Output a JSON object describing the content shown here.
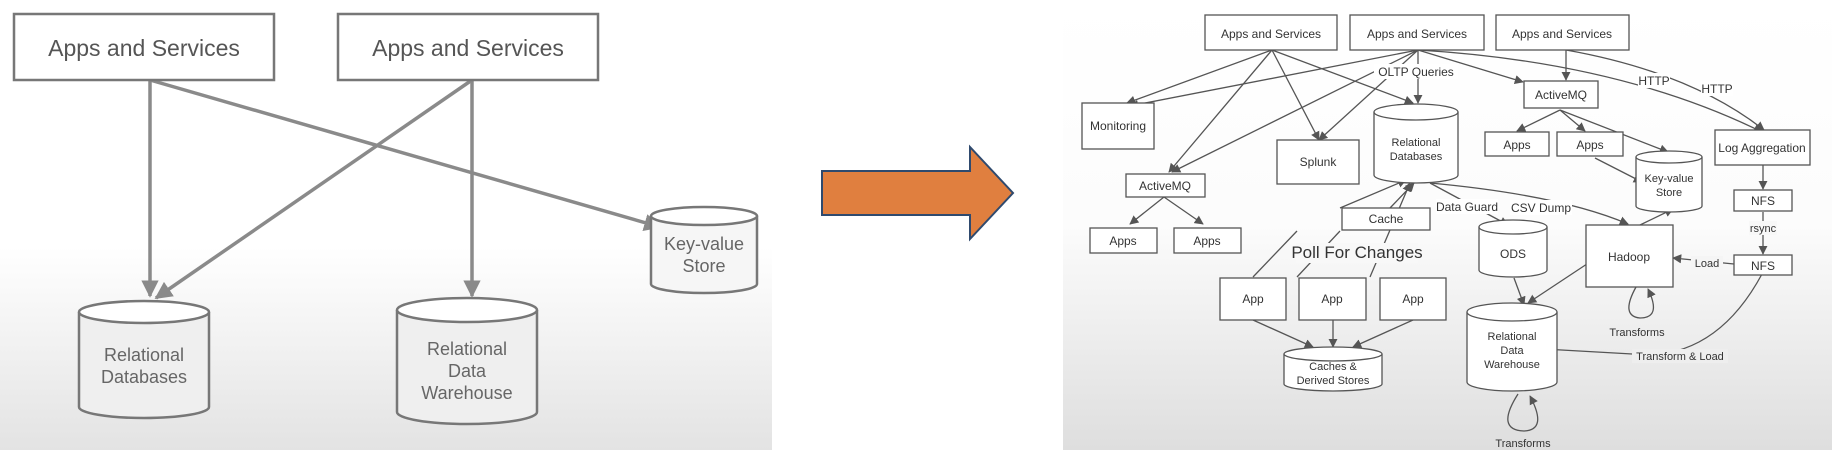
{
  "simple": {
    "apps_left": "Apps and Services",
    "apps_right": "Apps and Services",
    "relational_db": [
      "Relational",
      "Databases"
    ],
    "warehouse": [
      "Relational",
      "Data",
      "Warehouse"
    ],
    "kv_store": [
      "Key-value",
      "Store"
    ]
  },
  "complex": {
    "apps1": "Apps and Services",
    "apps2": "Apps and Services",
    "apps3": "Apps and Services",
    "oltp": "OLTP Queries",
    "activemq_top": "ActiveMQ",
    "http1": "HTTP",
    "http2": "HTTP",
    "monitoring": "Monitoring",
    "log_aggregation": "Log Aggregation",
    "relational_db": [
      "Relational",
      "Databases"
    ],
    "splunk": "Splunk",
    "apps_a": "Apps",
    "apps_b": "Apps",
    "kv_store": [
      "Key-value",
      "Store"
    ],
    "activemq_left": "ActiveMQ",
    "apps_c": "Apps",
    "apps_d": "Apps",
    "cache": "Cache",
    "data_guard": "Data Guard",
    "csv_dump": "CSV Dump",
    "nfs1": "NFS",
    "rsync": "rsync",
    "nfs2": "NFS",
    "poll": "Poll For Changes",
    "ods": "ODS",
    "hadoop": "Hadoop",
    "load": "Load",
    "app1": "App",
    "app2": "App",
    "app3": "App",
    "transforms_hadoop": "Transforms",
    "warehouse": [
      "Relational",
      "Data",
      "Warehouse"
    ],
    "transform_load": "Transform & Load",
    "caches": [
      "Caches &",
      "Derived Stores"
    ],
    "transforms_wh": "Transforms"
  },
  "colors": {
    "arrow_fill": "#e07f3f",
    "arrow_stroke": "#2f4a6e",
    "line_simple": "#8a8a8a",
    "line_complex": "#555555"
  }
}
